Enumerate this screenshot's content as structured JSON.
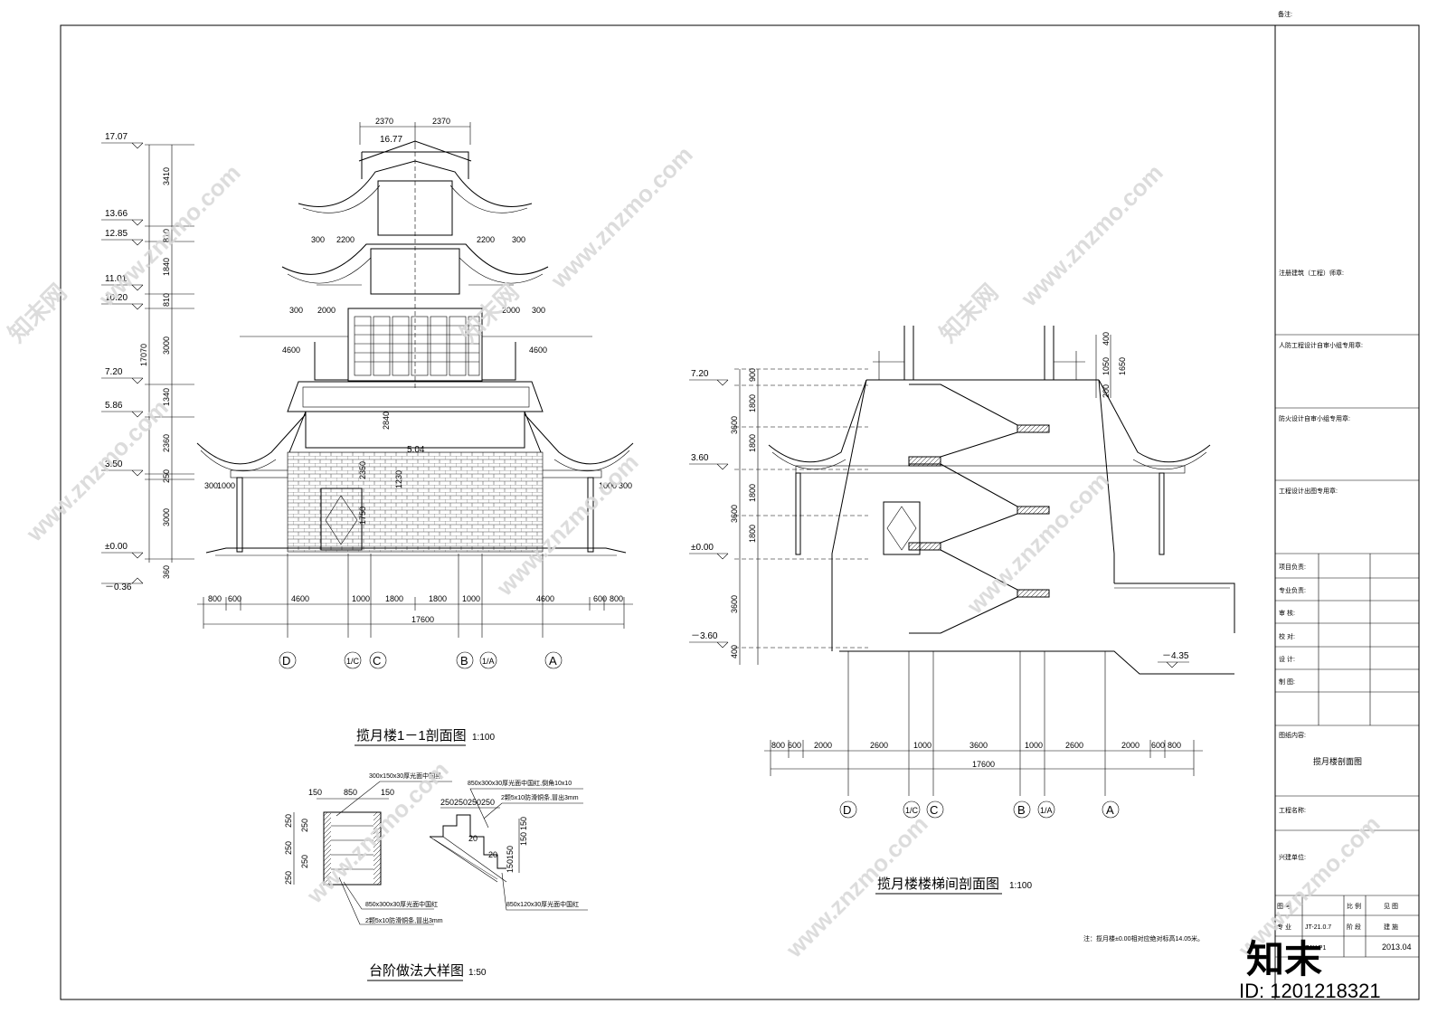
{
  "header": {
    "remark": "备注:"
  },
  "section_1": {
    "title": "揽月楼1－1剖面图",
    "scale": "1:100",
    "levels": [
      "17.07",
      "13.66",
      "12.85",
      "11.01",
      "10.20",
      "7.20",
      "5.86",
      "3.50",
      "±0.00",
      "－0.36",
      "16.77",
      "5.04"
    ],
    "vertical_dims": [
      "3410",
      "810",
      "1840",
      "810",
      "3000",
      "1340",
      "2360",
      "250",
      "3000",
      "360",
      "17070",
      "2840",
      "1750",
      "1230",
      "2350"
    ],
    "top_dims": [
      "2370",
      "2370"
    ],
    "eave_dims": [
      "300",
      "2200",
      "2200",
      "300",
      "300",
      "2000",
      "2000",
      "300",
      "4600",
      "4600",
      "300",
      "1000",
      "1000",
      "300"
    ],
    "bottom_dims": [
      "800",
      "600",
      "4600",
      "1000",
      "1800",
      "1800",
      "1000",
      "4600",
      "600",
      "800"
    ],
    "total": "17600",
    "axes": [
      "D",
      "1/C",
      "C",
      "B",
      "1/A",
      "A"
    ]
  },
  "section_2": {
    "title": "揽月楼楼梯间剖面图",
    "scale": "1:100",
    "levels": [
      "7.20",
      "3.60",
      "±0.00",
      "－3.60",
      "－4.35"
    ],
    "vertical_dims": [
      "900",
      "1800",
      "3600",
      "1800",
      "1800",
      "3600",
      "1800",
      "3600",
      "400"
    ],
    "rail_dims": [
      "400",
      "1050",
      "200",
      "1650"
    ],
    "bottom_dims": [
      "800",
      "600",
      "2000",
      "2600",
      "1000",
      "3600",
      "1000",
      "2600",
      "2000",
      "600",
      "800"
    ],
    "total": "17600",
    "axes": [
      "D",
      "1/C",
      "C",
      "B",
      "1/A",
      "A"
    ]
  },
  "detail": {
    "title": "台阶做法大样图",
    "scale": "1:50",
    "notes": [
      "300x150x30厚光面中国黑",
      "850x300x30厚光面中国红,倒角10x10",
      "2颗5x10防滑铜条,冒出3mm",
      "850x300x30厚光面中国红",
      "2颗5x10防滑铜条,冒出3mm",
      "850x120x30厚光面中国红"
    ],
    "plan_dims": [
      "150",
      "850",
      "150",
      "250",
      "250",
      "250",
      "250",
      "250"
    ],
    "stair_dims": [
      "250",
      "250",
      "250",
      "250",
      "150",
      "150",
      "150",
      "150",
      "20",
      "20"
    ]
  },
  "note": "注：揽月楼±0.00相对应绝对标高14.05米。",
  "title_block": {
    "rows": [
      "注册建筑（工程）师章:",
      "人防工程设计自审小组专用章:",
      "防火设计自审小组专用章:",
      "工程设计出图专用章:"
    ],
    "staff": [
      "项目负责:",
      "专业负责:",
      "审    核:",
      "校    对:",
      "设    计:",
      "制    图:"
    ],
    "drawing_label": "图纸内容:",
    "drawing_name": "揽月楼剖面图",
    "project_label": "工程名称:",
    "client_label": "兴建单位:",
    "meta": [
      "图 号",
      "JT-21.0.7",
      "比 例",
      "见 图",
      "专 业",
      "ZAY-P1",
      "阶 段",
      "建 施",
      "2013.04"
    ]
  },
  "watermark": {
    "site": "www.znzmo.com",
    "cn": "知末网",
    "logo": "知末",
    "id": "ID: 1201218321"
  }
}
